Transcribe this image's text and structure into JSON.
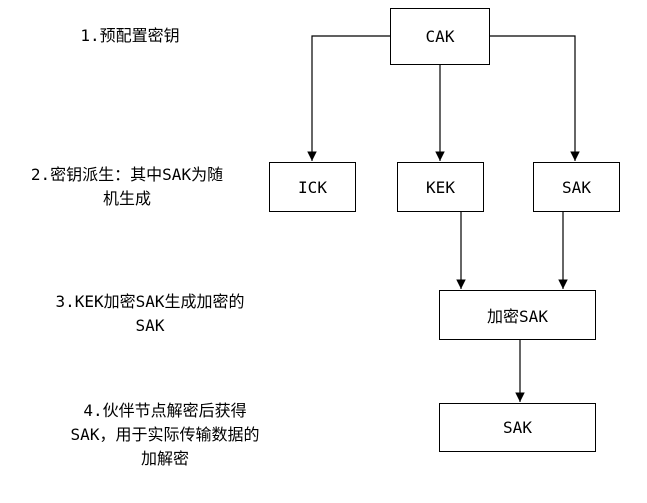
{
  "steps": [
    "1.预配置密钥",
    "2.密钥派生：其中SAK为随\n机生成",
    "3.KEK加密SAK生成加密的\nSAK",
    "4.伙伴节点解密后获得\nSAK，用于实际传输数据的\n加解密"
  ],
  "nodes": {
    "cak": "CAK",
    "ick": "ICK",
    "kek": "KEK",
    "sak": "SAK",
    "encrypted_sak": "加密SAK",
    "decrypted_sak": "SAK"
  },
  "edges": [
    [
      "cak",
      "ick"
    ],
    [
      "cak",
      "kek"
    ],
    [
      "cak",
      "sak"
    ],
    [
      "kek",
      "encrypted_sak"
    ],
    [
      "sak",
      "encrypted_sak"
    ],
    [
      "encrypted_sak",
      "decrypted_sak"
    ]
  ]
}
